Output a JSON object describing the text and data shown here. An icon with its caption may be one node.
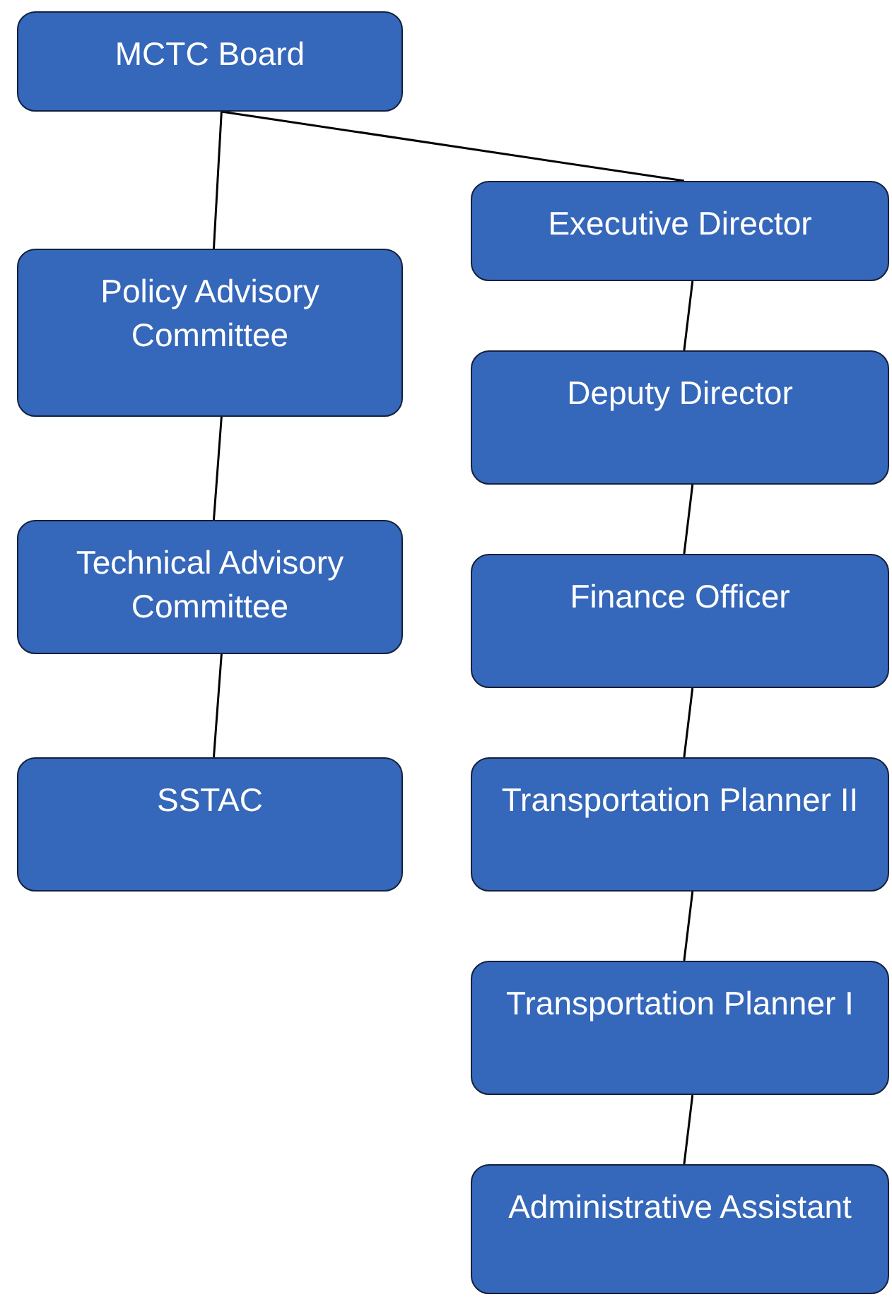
{
  "diagram": {
    "nodes": [
      {
        "text": [
          "MCTC Board"
        ]
      },
      {
        "text": [
          "Policy Advisory Committee"
        ]
      },
      {
        "text": [
          "Technical Advisory Committee"
        ]
      },
      {
        "text": [
          "SSTAC"
        ]
      },
      {
        "text": [
          "Executive Director"
        ]
      },
      {
        "text": [
          "Deputy Director"
        ]
      },
      {
        "text": [
          "Finance Officer"
        ]
      },
      {
        "text": [
          "Transportation Planner II"
        ]
      },
      {
        "text": [
          "Transportation Planner I"
        ]
      },
      {
        "text": [
          "Administrative Assistant"
        ]
      }
    ],
    "edges": [
      {
        "from": 0,
        "to": 1,
        "arrow": "none"
      },
      {
        "from": 0,
        "to": 4,
        "arrow": "none"
      },
      {
        "from": 1,
        "to": 2,
        "arrow": "none"
      },
      {
        "from": 2,
        "to": 3,
        "arrow": "none"
      },
      {
        "from": 4,
        "to": 5,
        "arrow": "none"
      },
      {
        "from": 5,
        "to": 6,
        "arrow": "none"
      },
      {
        "from": 6,
        "to": 7,
        "arrow": "none"
      },
      {
        "from": 7,
        "to": 8,
        "arrow": "none"
      },
      {
        "from": 8,
        "to": 9,
        "arrow": "none"
      }
    ]
  }
}
